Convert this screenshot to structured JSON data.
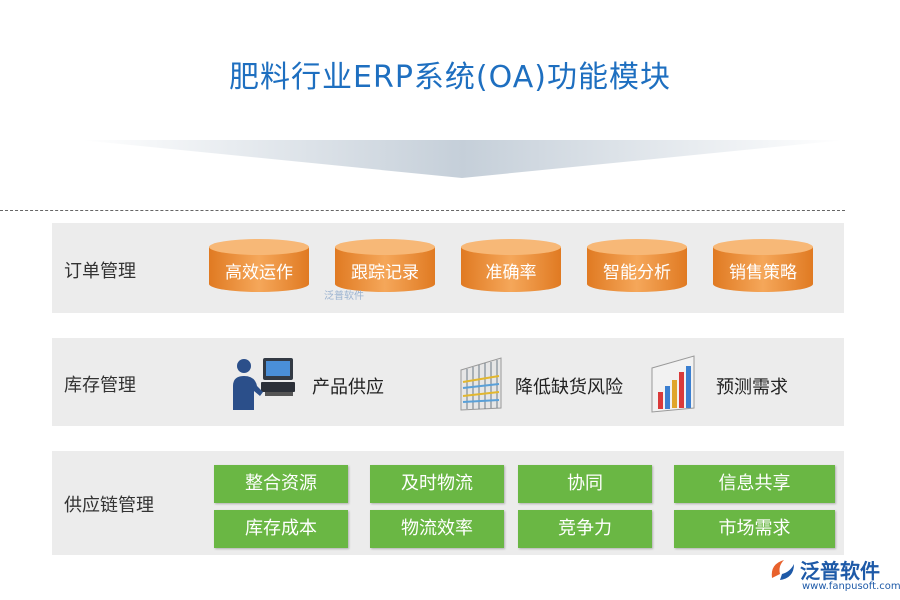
{
  "title": "肥料行业ERP系统(OA)功能模块",
  "sections": {
    "order": {
      "label": "订单管理",
      "items": [
        "高效运作",
        "跟踪记录",
        "准确率",
        "智能分析",
        "销售策略"
      ],
      "watermark": "泛普软件"
    },
    "stock": {
      "label": "库存管理",
      "items": [
        {
          "text": "产品供应",
          "icon": "computer-user-icon"
        },
        {
          "text": "降低缺货风险",
          "icon": "chart-grid-icon"
        },
        {
          "text": "预测需求",
          "icon": "bar-chart-icon"
        }
      ]
    },
    "supply": {
      "label": "供应链管理",
      "items": [
        "整合资源",
        "及时物流",
        "协同",
        "信息共享",
        "库存成本",
        "物流效率",
        "竞争力",
        "市场需求"
      ]
    }
  },
  "logo": {
    "name": "泛普软件",
    "url": "www.fanpusoft.com"
  },
  "colors": {
    "title": "#1e6fc0",
    "orange": "#f0923a",
    "green": "#6ab744",
    "panel": "#ececec"
  }
}
